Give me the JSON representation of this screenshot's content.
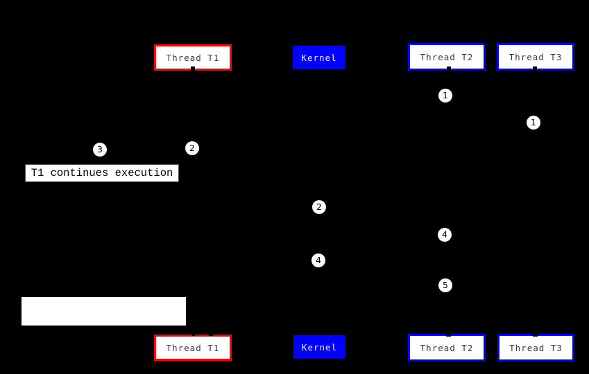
{
  "colors": {
    "background": "#000000",
    "red_accent": "#ff0000",
    "blue_accent": "#0000ff",
    "box_fill": "#ffffff",
    "thread_label_text": "#3a3a3a",
    "kernel_label_text": "#f2f2f2",
    "marker_fill": "#ffffff",
    "marker_text": "#000000"
  },
  "boxes": {
    "top_row": [
      {
        "label": "Thread T1"
      },
      {
        "label": "Kernel"
      },
      {
        "label": "Thread T2"
      },
      {
        "label": "Thread T3"
      }
    ],
    "bottom_row": [
      {
        "label": "Thread T1"
      },
      {
        "label": "Kernel"
      },
      {
        "label": "Thread T2"
      },
      {
        "label": "Thread T3"
      }
    ]
  },
  "note": {
    "label": "T1 continues execution"
  },
  "markers": [
    {
      "label": "1"
    },
    {
      "label": "1"
    },
    {
      "label": "2"
    },
    {
      "label": "3"
    },
    {
      "label": "2"
    },
    {
      "label": "4"
    },
    {
      "label": "4"
    },
    {
      "label": "5"
    }
  ]
}
